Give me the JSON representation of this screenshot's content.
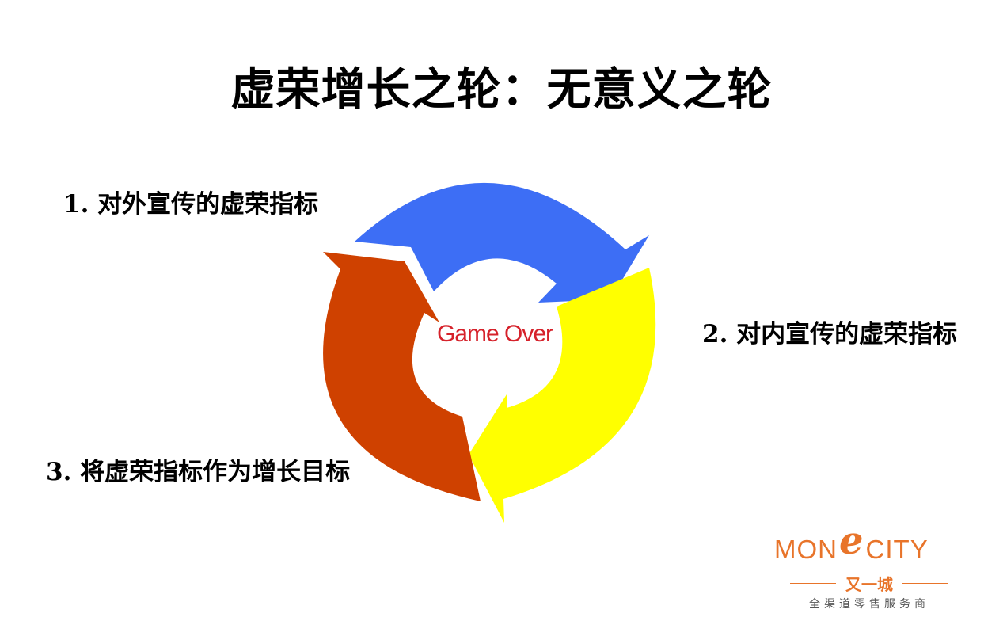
{
  "title": "虚荣增长之轮：无意义之轮",
  "labels": {
    "step1": "1. 对外宣传的虚荣指标",
    "step2": "2. 对内宣传的虚荣指标",
    "step3": "3. 将虚荣指标作为增长目标"
  },
  "center_text": "Game Over",
  "logo": {
    "left_text": "MON",
    "e_glyph": "e",
    "right_text": "CITY",
    "chinese_name": "又一城",
    "tagline": "全渠道零售服务商"
  },
  "colors": {
    "arrow_blue": "#3d6ef5",
    "arrow_yellow": "#ffff00",
    "arrow_red": "#cf4100",
    "center_text": "#d6222b",
    "logo_orange": "#e8742a",
    "logo_gray": "#555555",
    "text": "#000000"
  },
  "icons": {
    "cycle": "three-arrow-cycle-icon"
  }
}
